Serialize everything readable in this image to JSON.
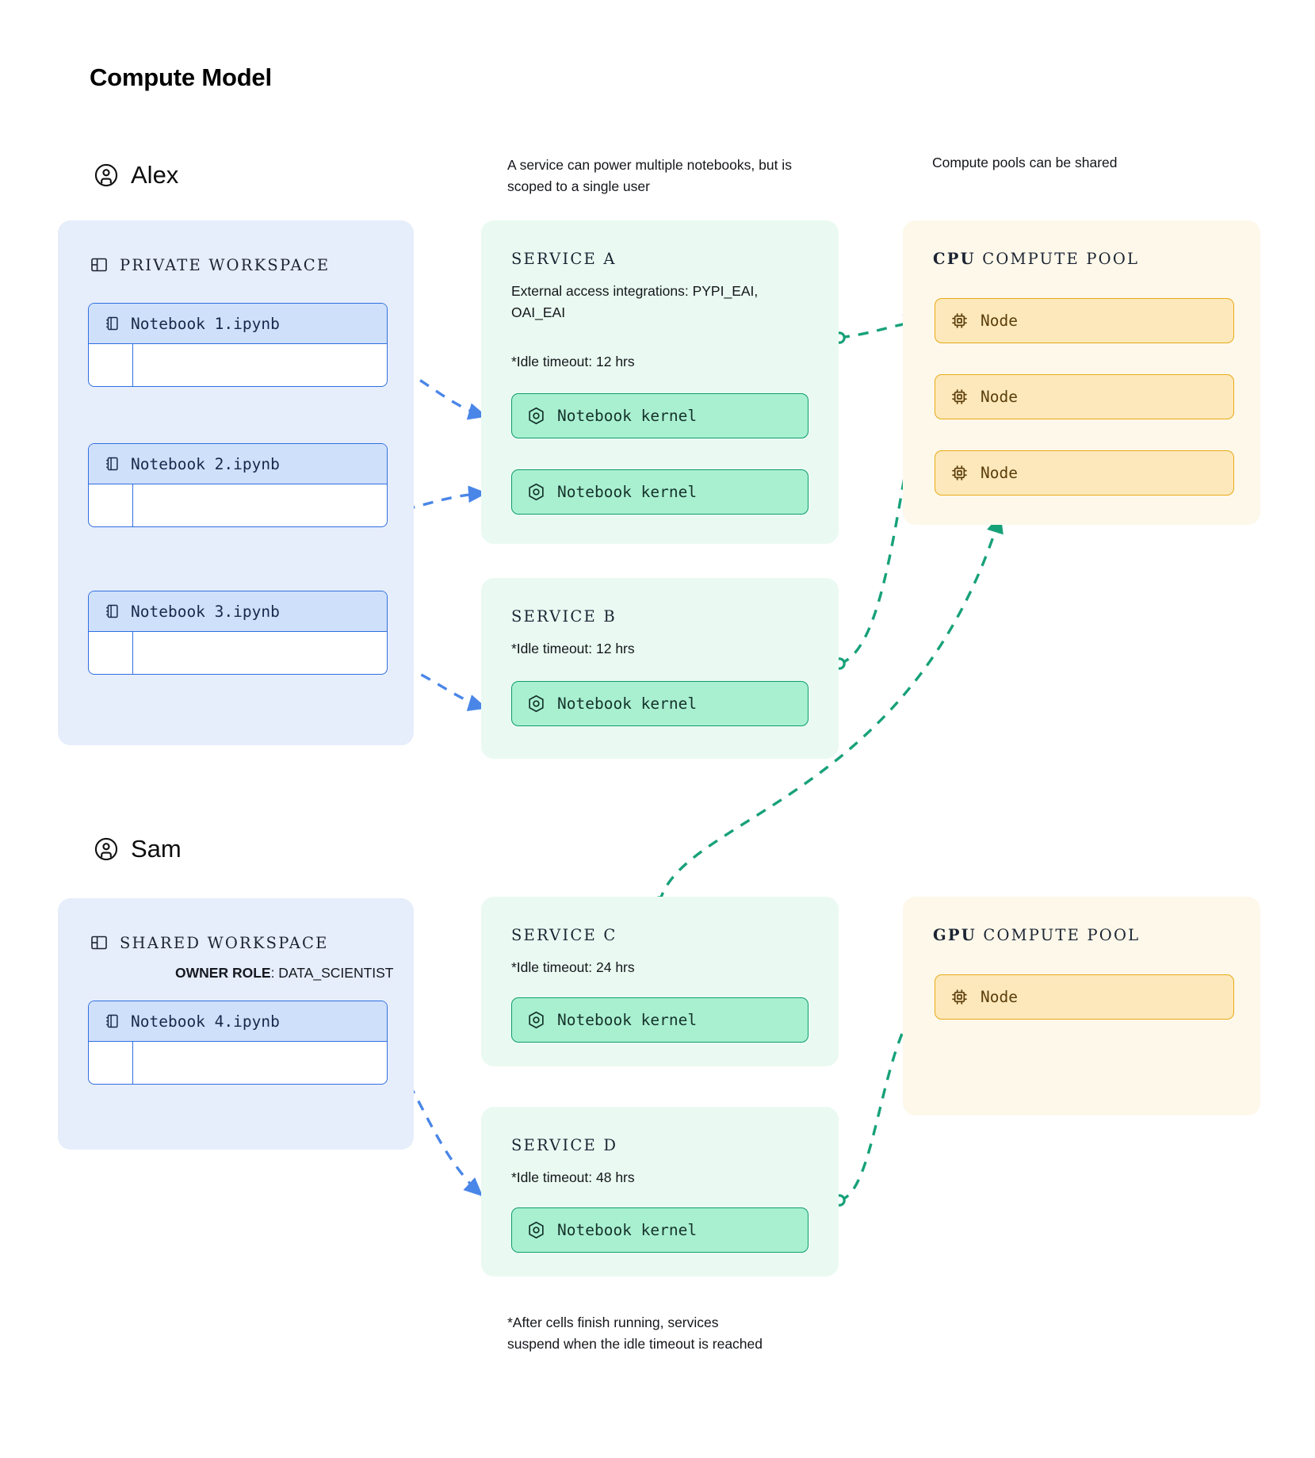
{
  "title": "Compute Model",
  "users": [
    {
      "id": "alex",
      "name": "Alex",
      "icon": "user-circle-icon"
    },
    {
      "id": "sam",
      "name": "Sam",
      "icon": "user-circle-icon"
    }
  ],
  "notes": {
    "service": "A service can power multiple notebooks, but is scoped to a single user",
    "pool": "Compute pools can be shared",
    "footer": "*After cells finish running, services suspend when the idle timeout is reached"
  },
  "workspaces": [
    {
      "id": "private",
      "title": "PRIVATE WORKSPACE",
      "icon": "workspace-panel-icon",
      "subtitle_label": "",
      "subtitle_value": "",
      "notebooks": [
        {
          "name": "Notebook 1.ipynb",
          "icon": "notebook-icon"
        },
        {
          "name": "Notebook 2.ipynb",
          "icon": "notebook-icon"
        },
        {
          "name": "Notebook 3.ipynb",
          "icon": "notebook-icon"
        }
      ]
    },
    {
      "id": "shared",
      "title": "SHARED WORKSPACE",
      "icon": "workspace-panel-icon",
      "subtitle_label": "OWNER ROLE",
      "subtitle_value": ": DATA_SCIENTIST",
      "notebooks": [
        {
          "name": "Notebook 4.ipynb",
          "icon": "notebook-icon"
        }
      ]
    }
  ],
  "services": [
    {
      "id": "a",
      "title": "SERVICE A",
      "detail": "External access integrations: PYPI_EAI, OAI_EAI",
      "timeout": "*Idle timeout: 12 hrs",
      "kernels": [
        {
          "label": "Notebook kernel",
          "icon": "kernel-hexagon-icon"
        },
        {
          "label": "Notebook kernel",
          "icon": "kernel-hexagon-icon"
        }
      ]
    },
    {
      "id": "b",
      "title": "SERVICE B",
      "detail": "",
      "timeout": "*Idle timeout: 12 hrs",
      "kernels": [
        {
          "label": "Notebook kernel",
          "icon": "kernel-hexagon-icon"
        }
      ]
    },
    {
      "id": "c",
      "title": "SERVICE C",
      "detail": "",
      "timeout": "*Idle timeout: 24 hrs",
      "kernels": [
        {
          "label": "Notebook kernel",
          "icon": "kernel-hexagon-icon"
        }
      ]
    },
    {
      "id": "d",
      "title": "SERVICE D",
      "detail": "",
      "timeout": "*Idle timeout: 48 hrs",
      "kernels": [
        {
          "label": "Notebook kernel",
          "icon": "kernel-hexagon-icon"
        }
      ]
    }
  ],
  "pools": [
    {
      "id": "cpu",
      "type": "CPU",
      "suffix": " COMPUTE POOL",
      "nodes": [
        {
          "label": "Node",
          "icon": "cpu-chip-icon"
        },
        {
          "label": "Node",
          "icon": "cpu-chip-icon"
        },
        {
          "label": "Node",
          "icon": "cpu-chip-icon"
        }
      ]
    },
    {
      "id": "gpu",
      "type": "GPU",
      "suffix": " COMPUTE POOL",
      "nodes": [
        {
          "label": "Node",
          "icon": "cpu-chip-icon"
        }
      ]
    }
  ],
  "colors": {
    "workspace_bg": "#e6edfb",
    "notebook_head": "#cfe0fb",
    "notebook_border": "#2f6fe0",
    "service_bg": "#eafaf2",
    "kernel_bg": "#a9f0d1",
    "kernel_border": "#0f9d6e",
    "pool_bg": "#fdf8ea",
    "node_bg": "#fde8bb",
    "node_border": "#e8ab18",
    "edge_blue": "#4a86e8",
    "edge_green": "#17a179"
  }
}
